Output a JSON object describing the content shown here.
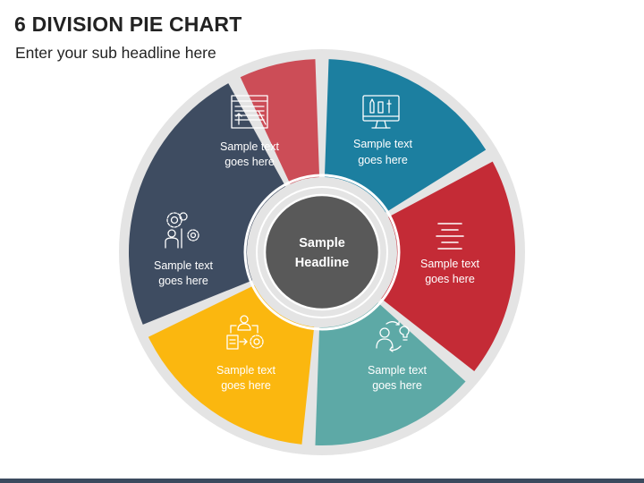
{
  "header": {
    "title": "6 DIVISION PIE CHART",
    "subtitle": "Enter your sub headline here"
  },
  "hub": {
    "line1": "Sample",
    "line2": "Headline",
    "color": "#595959"
  },
  "ring_color": "#e4e4e4",
  "segments": [
    {
      "id": "top-left",
      "color": "#cc4d57",
      "line1": "Sample text",
      "line2": "goes here",
      "icon": "window-blinds-icon"
    },
    {
      "id": "top-right",
      "color": "#1c7fa0",
      "line1": "Sample text",
      "line2": "goes here",
      "icon": "design-monitor-icon"
    },
    {
      "id": "right",
      "color": "#c42b36",
      "line1": "Sample text",
      "line2": "goes here",
      "icon": "text-align-lines-icon"
    },
    {
      "id": "bottom-right",
      "color": "#5da9a6",
      "line1": "Sample text",
      "line2": "goes here",
      "icon": "person-idea-cycle-icon"
    },
    {
      "id": "bottom-left",
      "color": "#fbb70f",
      "line1": "Sample text",
      "line2": "goes here",
      "icon": "workflow-gear-icon"
    },
    {
      "id": "left",
      "color": "#3e4c61",
      "line1": "Sample text",
      "line2": "goes here",
      "icon": "brain-gears-icon"
    }
  ]
}
